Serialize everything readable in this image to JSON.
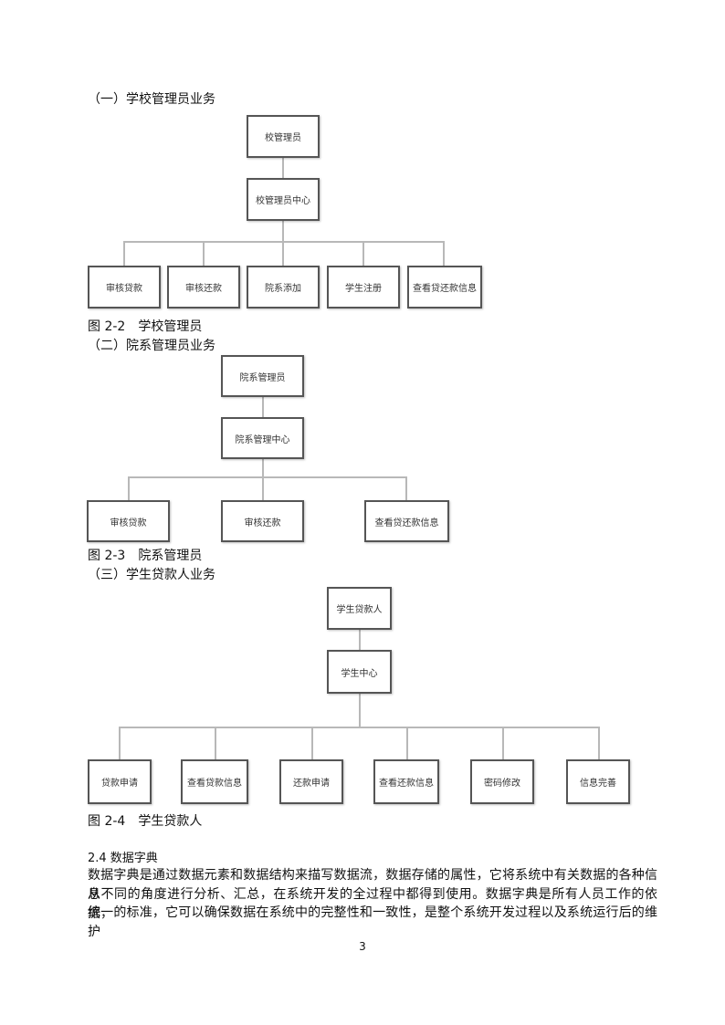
{
  "section1": {
    "heading": "（一）学校管理员业务",
    "root": "校管理员",
    "center": "校管理员中心",
    "children": [
      "审核贷款",
      "审核还款",
      "院系添加",
      "学生注册",
      "查看贷还款信息"
    ],
    "caption": "图 2-2　学校管理员"
  },
  "section2": {
    "heading": "（二）院系管理员业务",
    "root": "院系管理员",
    "center": "院系管理中心",
    "children": [
      "审核贷款",
      "审核还款",
      "查看贷还款信息"
    ],
    "caption": "图 2-3　院系管理员"
  },
  "section3": {
    "heading": "（三）学生贷款人业务",
    "root": "学生贷款人",
    "center": "学生中心",
    "children": [
      "贷款申请",
      "查看贷款信息",
      "还款申请",
      "查看还款信息",
      "密码修改",
      "信息完善"
    ],
    "caption": "图 2-4　学生贷款人"
  },
  "dictionary": {
    "title": "2.4 数据字典",
    "lines": [
      "数据字典是通过数据元素和数据结构来描写数据流，数据存储的属性，它将系统中有关数据的各种信息",
      "从不同的角度进行分析、汇总，在系统开发的全过程中都得到使用。数据字典是所有人员工作的依据，",
      "统一的标准，它可以确保数据在系统中的完整性和一致性，是整个系统开发过程以及系统运行后的维护"
    ]
  },
  "page_number": "3"
}
